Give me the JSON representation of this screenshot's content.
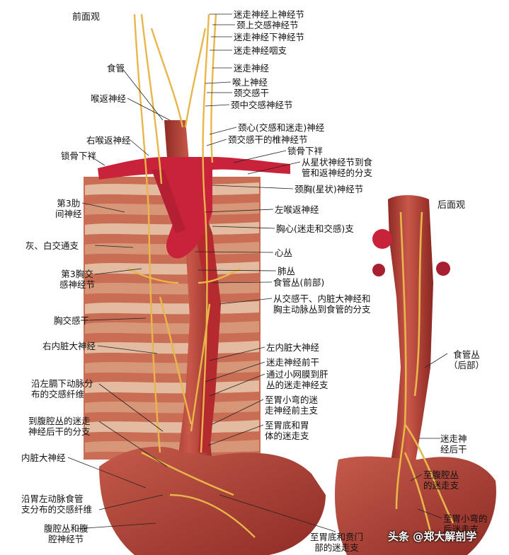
{
  "views": {
    "front": "前面观",
    "back": "后面观"
  },
  "labels": {
    "vagus_superior_ganglion": "迷走神经上神经节",
    "superior_cervical_sympathetic_ganglion": "颈上交感神经节",
    "vagus_inferior_ganglion": "迷走神经下神经节",
    "vagus_pharyngeal_branch": "迷走神经咽支",
    "vagus_nerve": "迷走神经",
    "superior_laryngeal_nerve": "喉上神经",
    "sympathetic_trunk_neck": "颈交感干",
    "middle_cervical_ganglion": "颈中交感神经节",
    "esophagus": "食管",
    "recurrent_laryngeal": "喉返神经",
    "cervical_cardiac_nerves": "颈心(交感和迷走)神经",
    "vertebral_ganglion": "颈交感干的椎神经节",
    "right_recurrent_laryngeal": "右喉返神经",
    "subclavian_loop_right": "锁骨下袢",
    "subclavian_loop_left": "锁骨下袢",
    "stellate_branches": "从星状神经节到食\n管和返神经的分支",
    "cervicothoracic_ganglion": "颈胸(星状)神经节",
    "third_intercostal": "第3肋\n间神经",
    "left_recurrent_laryngeal": "左喉返神经",
    "thoracic_cardiac": "胸心(迷走和交感)支",
    "gray_white_rami": "灰、白交通支",
    "cardiac_plexus": "心丛",
    "third_thoracic_ganglion": "第3胸交\n感神经节",
    "pulmonary_plexus": "肺丛",
    "esophageal_plexus_front": "食管丛(前部)",
    "branches_to_esophagus": "从交感干、内脏大神经和\n胸主动脉丛到食管的分支",
    "thoracic_sympathetic_trunk": "胸交感干",
    "right_greater_splanchnic": "右内脏大神经",
    "left_greater_splanchnic": "左内脏大神经",
    "anterior_vagal_trunk": "迷走神经前干",
    "via_lesser_omentum": "通过小网膜到肝\n丛的迷走神经支",
    "left_phrenic_fibers": "沿左膈下动脉分\n布的交感纤维",
    "lesser_curvature_anterior": "至胃小弯的迷\n走神经前主支",
    "to_celiac_posterior": "到腹腔丛的迷走\n神经后干的分支",
    "fundus_body": "至胃底和胃\n体的迷走支",
    "splanchnic_nerve": "内脏大神经",
    "left_gastric_fibers": "沿胃左动脉食管\n支分布的交感纤维",
    "celiac_plexus": "腹腔丛和腹\n腔神经节",
    "fundus_cardia": "至胃底和贲门\n部的迷走支",
    "esophageal_plexus_back": "食管丛\n（后部）",
    "posterior_vagal_trunk": "迷走神\n经后干",
    "to_celiac_plexus": "至腹腔丛\n的迷走支",
    "lesser_curvature_back": "至胃小弯的\n后迷走支"
  },
  "watermark": "头条 @郑大解剖学",
  "colors": {
    "nerve": "#e8b64a",
    "artery": "#c8233a",
    "muscle": "#b9493e",
    "vertebra": "#e6c3a8",
    "leader": "#222222"
  }
}
